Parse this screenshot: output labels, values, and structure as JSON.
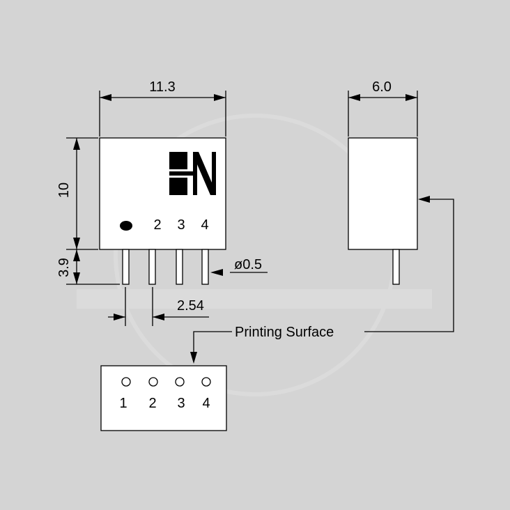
{
  "dimensions": {
    "width_front": "11.3",
    "width_side": "6.0",
    "height_body": "10",
    "pin_length": "3.9",
    "pin_diameter": "ø0.5",
    "pin_pitch": "2.54"
  },
  "pins_front": [
    "2",
    "3",
    "4"
  ],
  "pins_bottom": [
    "1",
    "2",
    "3",
    "4"
  ],
  "printing_surface_label": "Printing Surface",
  "logo": "HN",
  "colors": {
    "background": "#d4d4d4",
    "ink": "#000000",
    "body_fill": "#ffffff"
  }
}
